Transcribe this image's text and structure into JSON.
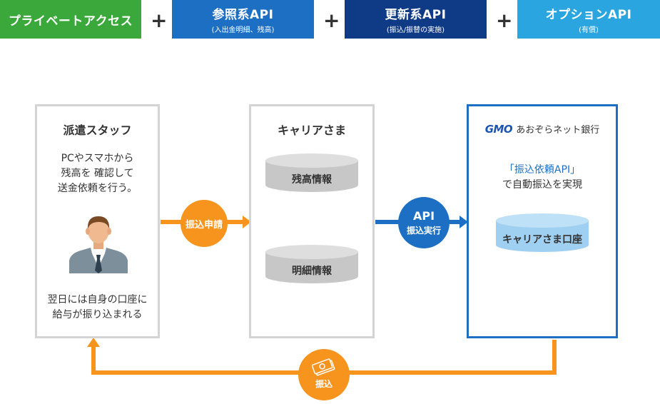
{
  "tags": [
    {
      "main": "プライベートアクセス",
      "sub": "",
      "color": "#3aa83a"
    },
    {
      "main": "参照系API",
      "sub": "(入出金明細、残高)",
      "color": "#1c6fc3"
    },
    {
      "main": "更新系API",
      "sub": "(振込/振替の実施)",
      "color": "#0f3b86"
    },
    {
      "main": "オプションAPI",
      "sub": "(有償)",
      "color": "#2aa5e0"
    }
  ],
  "plus": "+",
  "staff": {
    "title": "派遣スタッフ",
    "desc_lines": [
      "PCやスマホから",
      "残高を 確認して",
      "送金依頼を行う。"
    ],
    "bottom_lines": [
      "翌日には自身の口座に",
      "給与が振り込まれる"
    ]
  },
  "career": {
    "title": "キャリアさま",
    "db1": "残高情報",
    "db2": "明細情報"
  },
  "bank": {
    "logo_gmo": "GMO",
    "logo_name": "あおぞらネット銀行",
    "line1": "「振込依頼API」",
    "line2": "で自動振込を実現",
    "db": "キャリアさま口座"
  },
  "arrows": {
    "apply": "振込申請",
    "api_top": "API",
    "api_bottom": "振込実行",
    "transfer": "振込"
  },
  "colors": {
    "orange": "#f6941e",
    "blue": "#1c6fc3",
    "gray_db": "#c7c7c7",
    "blue_db": "#9fd0f2"
  }
}
